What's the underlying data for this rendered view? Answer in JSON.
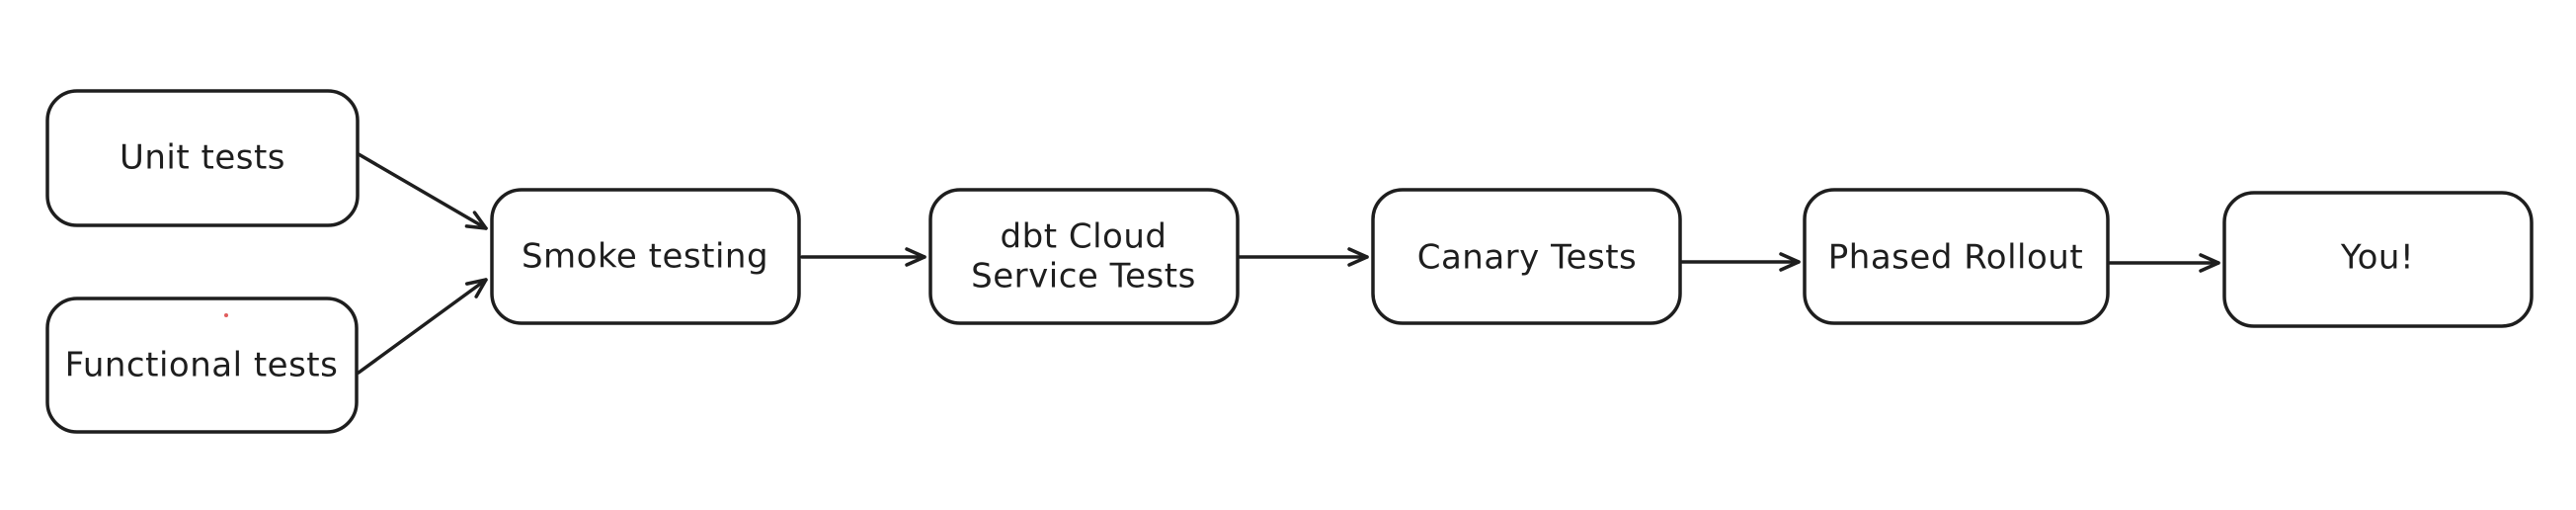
{
  "diagram": {
    "type": "flowchart",
    "style": "hand-drawn (Excalidraw-like)",
    "nodes": [
      {
        "id": "unit-tests",
        "lines": [
          "Unit tests"
        ]
      },
      {
        "id": "functional-tests",
        "lines": [
          "Functional tests"
        ]
      },
      {
        "id": "smoke-testing",
        "lines": [
          "Smoke testing"
        ]
      },
      {
        "id": "dbt-cloud-service-tests",
        "lines": [
          "dbt Cloud",
          "Service Tests"
        ]
      },
      {
        "id": "canary-tests",
        "lines": [
          "Canary Tests"
        ]
      },
      {
        "id": "phased-rollout",
        "lines": [
          "Phased Rollout"
        ]
      },
      {
        "id": "you",
        "lines": [
          "You!"
        ]
      }
    ],
    "edges": [
      {
        "from": "unit-tests",
        "to": "smoke-testing"
      },
      {
        "from": "functional-tests",
        "to": "smoke-testing"
      },
      {
        "from": "smoke-testing",
        "to": "dbt-cloud-service-tests"
      },
      {
        "from": "dbt-cloud-service-tests",
        "to": "canary-tests"
      },
      {
        "from": "canary-tests",
        "to": "phased-rollout"
      },
      {
        "from": "phased-rollout",
        "to": "you"
      }
    ],
    "colors": {
      "stroke": "#1e1e1e",
      "node_fill": "#ffffff",
      "background": "#ffffff",
      "artifact_dot": "#e05c5c"
    }
  }
}
